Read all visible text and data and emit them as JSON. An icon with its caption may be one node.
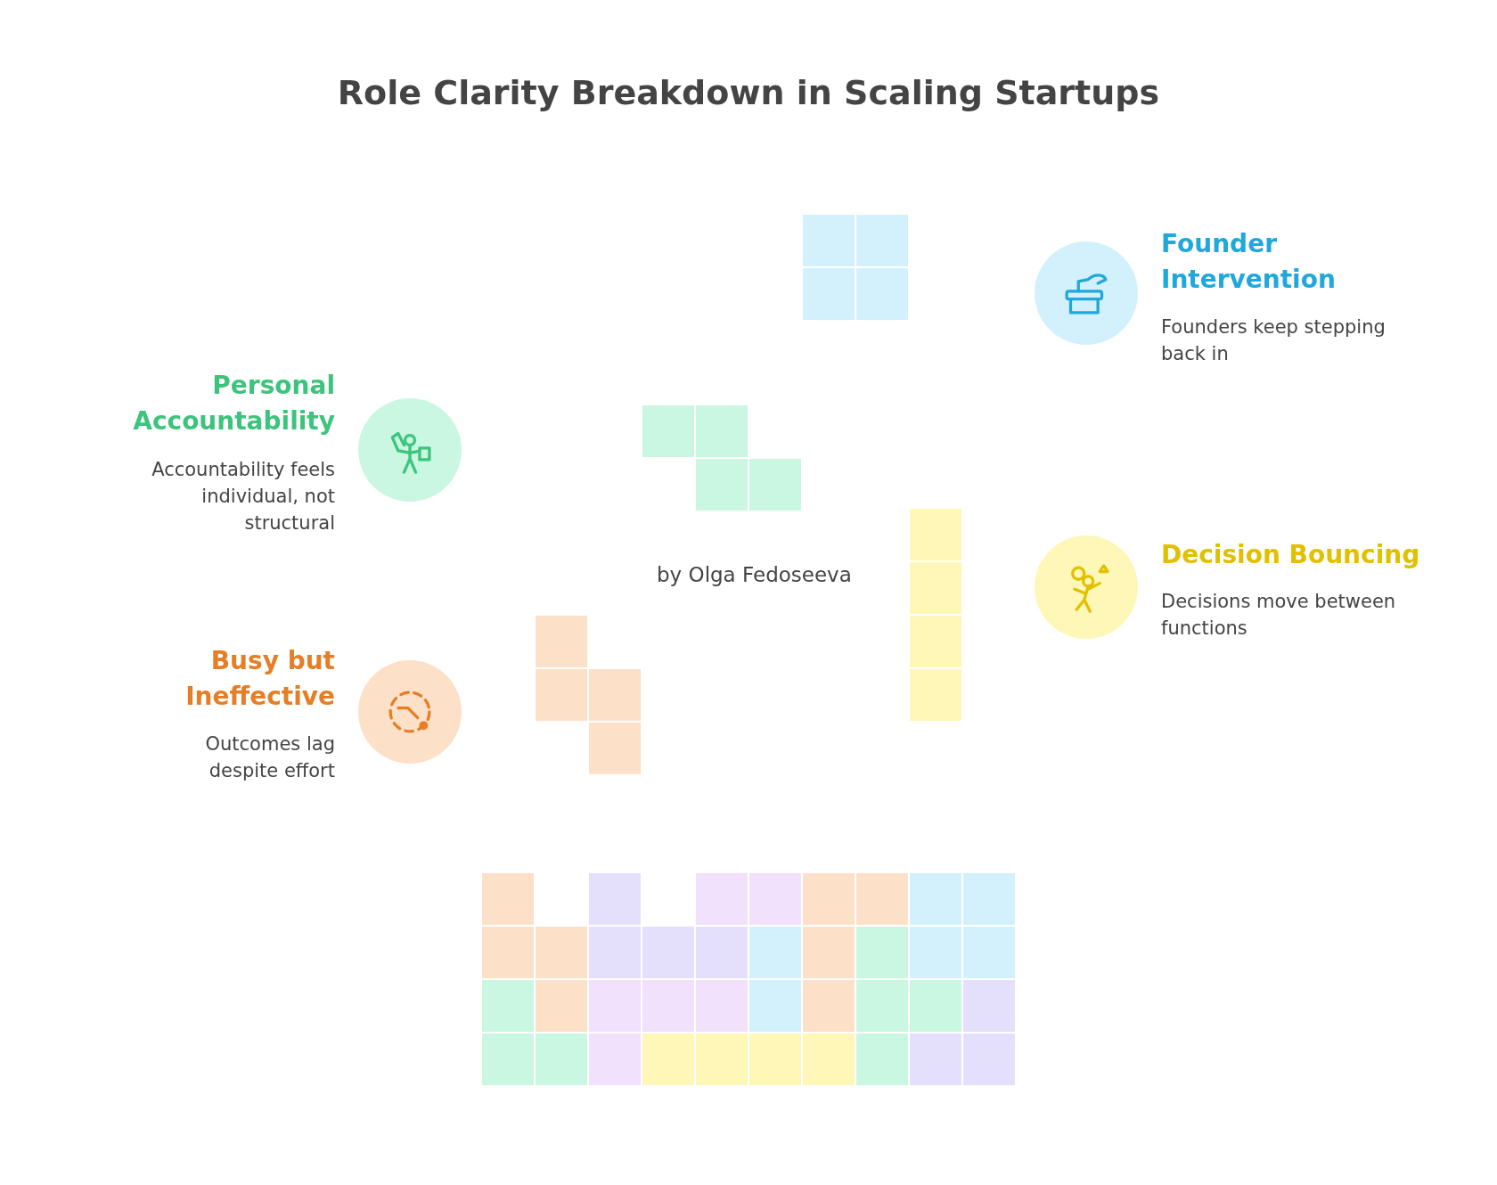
{
  "diagram": {
    "title": "Role Clarity Breakdown in Scaling Startups",
    "nodes": [
      {
        "text": [
          "Founder Intervention",
          "Founders keep stepping back in"
        ]
      },
      {
        "text": [
          "Personal Accountability",
          "Accountability feels individual, not structural"
        ]
      },
      {
        "text": [
          "Decision Bouncing",
          "Decisions move between functions"
        ]
      },
      {
        "text": [
          "Busy but Ineffective",
          "Outcomes lag despite effort"
        ]
      }
    ],
    "edges": [],
    "labels": [
      "by Olga Fedoseeva"
    ]
  }
}
